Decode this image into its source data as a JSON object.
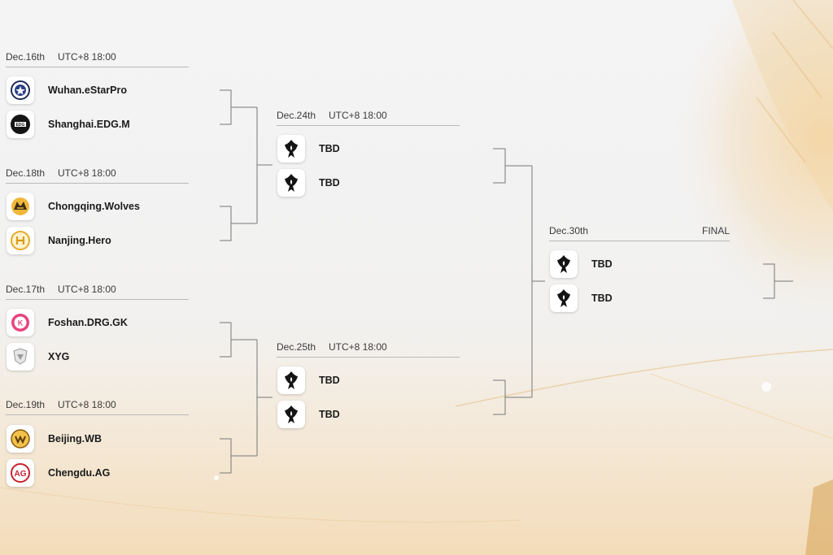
{
  "round1": {
    "match1": {
      "date": "Dec.16th",
      "time": "UTC+8 18:00",
      "team_a": {
        "name": "Wuhan.eStarPro",
        "logo": "estarpro-logo"
      },
      "team_b": {
        "name": "Shanghai.EDG.M",
        "logo": "edg-logo"
      }
    },
    "match2": {
      "date": "Dec.18th",
      "time": "UTC+8 18:00",
      "team_a": {
        "name": "Chongqing.Wolves",
        "logo": "wolves-logo"
      },
      "team_b": {
        "name": "Nanjing.Hero",
        "logo": "hero-logo"
      }
    },
    "match3": {
      "date": "Dec.17th",
      "time": "UTC+8 18:00",
      "team_a": {
        "name": "Foshan.DRG.GK",
        "logo": "drg-gk-logo"
      },
      "team_b": {
        "name": "XYG",
        "logo": "xyg-logo"
      }
    },
    "match4": {
      "date": "Dec.19th",
      "time": "UTC+8 18:00",
      "team_a": {
        "name": "Beijing.WB",
        "logo": "wb-logo"
      },
      "team_b": {
        "name": "Chengdu.AG",
        "logo": "ag-logo"
      }
    }
  },
  "semis": {
    "match1": {
      "date": "Dec.24th",
      "time": "UTC+8 18:00",
      "team_a": {
        "name": "TBD",
        "logo": "tbd-logo"
      },
      "team_b": {
        "name": "TBD",
        "logo": "tbd-logo"
      }
    },
    "match2": {
      "date": "Dec.25th",
      "time": "UTC+8 18:00",
      "team_a": {
        "name": "TBD",
        "logo": "tbd-logo"
      },
      "team_b": {
        "name": "TBD",
        "logo": "tbd-logo"
      }
    }
  },
  "final": {
    "date": "Dec.30th",
    "label": "FINAL",
    "team_a": {
      "name": "TBD",
      "logo": "tbd-logo"
    },
    "team_b": {
      "name": "TBD",
      "logo": "tbd-logo"
    }
  },
  "colors": {
    "line": "#777777",
    "accent_gold": "#d9a85a",
    "logo_bg": "#ffffff"
  }
}
